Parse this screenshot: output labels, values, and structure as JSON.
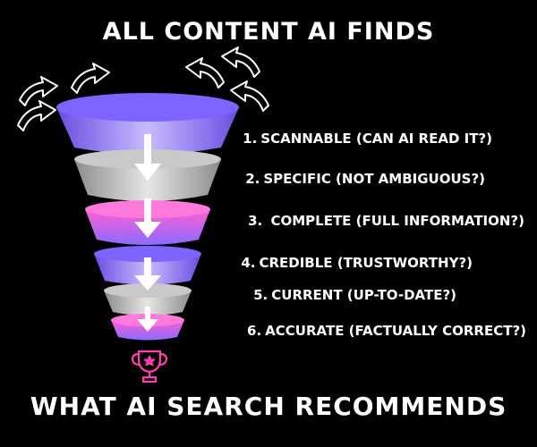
{
  "top_heading": "ALL CONTENT AI FINDS",
  "bottom_heading": "WHAT AI SEARCH RECOMMENDS",
  "criteria": [
    {
      "number": "1.",
      "label": "SCANNABLE (CAN AI READ IT?)"
    },
    {
      "number": "2.",
      "label": "SPECIFIC (NOT AMBIGUOUS?)"
    },
    {
      "number": "3.",
      "label": " COMPLETE (FULL INFORMATION?)"
    },
    {
      "number": "4.",
      "label": "CREDIBLE (TRUSTWORTHY?)"
    },
    {
      "number": "5.",
      "label": "CURRENT (UP-TO-DATE?)"
    },
    {
      "number": "6.",
      "label": "ACCURATE (FACTUALLY CORRECT?)"
    }
  ],
  "colors": {
    "background": "#000000",
    "text": "#ffffff",
    "purple": "#7b5cff",
    "gray": "#bdbdbd",
    "pink": "#ff5fd2",
    "trophy": "#ff3fb0"
  },
  "icons": [
    "curved-arrow-icon",
    "down-arrow-icon",
    "trophy-icon"
  ]
}
